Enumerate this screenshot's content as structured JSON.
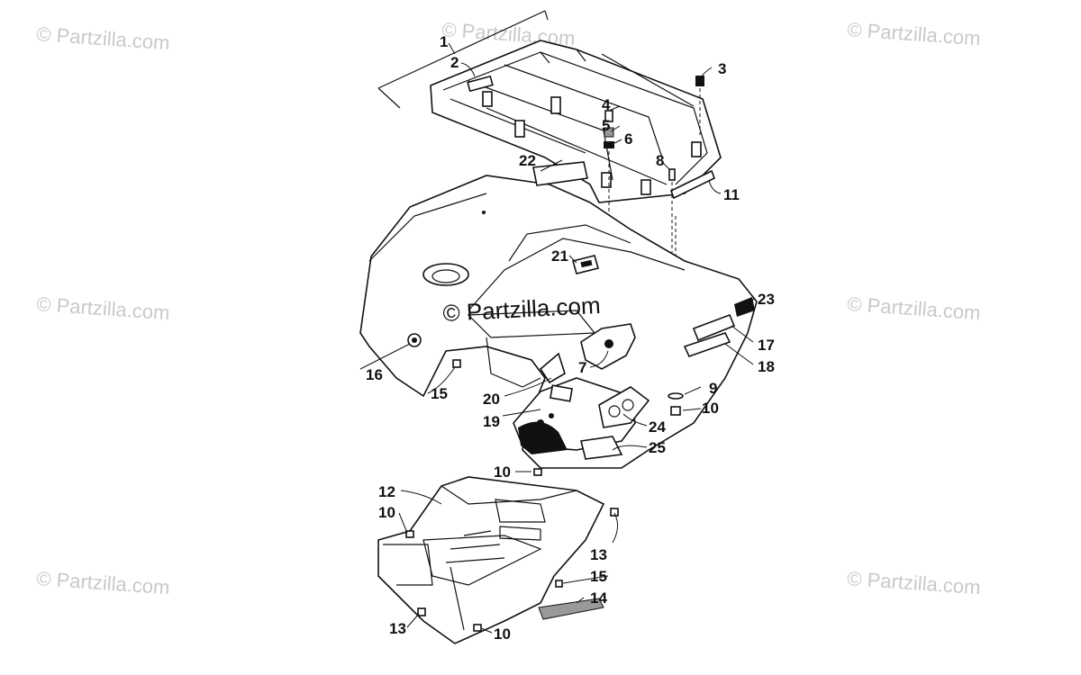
{
  "watermarks": {
    "corner_text": "© Partzilla.com",
    "center_text": "© Partzilla.com"
  },
  "callouts": {
    "c1": "1",
    "c2": "2",
    "c3": "3",
    "c4": "4",
    "c5": "5",
    "c6": "6",
    "c7": "7",
    "c8": "8",
    "c9": "9",
    "c10a": "10",
    "c10b": "10",
    "c10c": "10",
    "c10d": "10",
    "c11": "11",
    "c12": "12",
    "c13a": "13",
    "c13b": "13",
    "c14": "14",
    "c15a": "15",
    "c15b": "15",
    "c16": "16",
    "c17": "17",
    "c18": "18",
    "c19": "19",
    "c20": "20",
    "c21": "21",
    "c22": "22",
    "c23": "23",
    "c24": "24",
    "c25": "25"
  },
  "colors": {
    "line": "#111111",
    "watermark": "#c9c9c9",
    "background": "#ffffff"
  }
}
